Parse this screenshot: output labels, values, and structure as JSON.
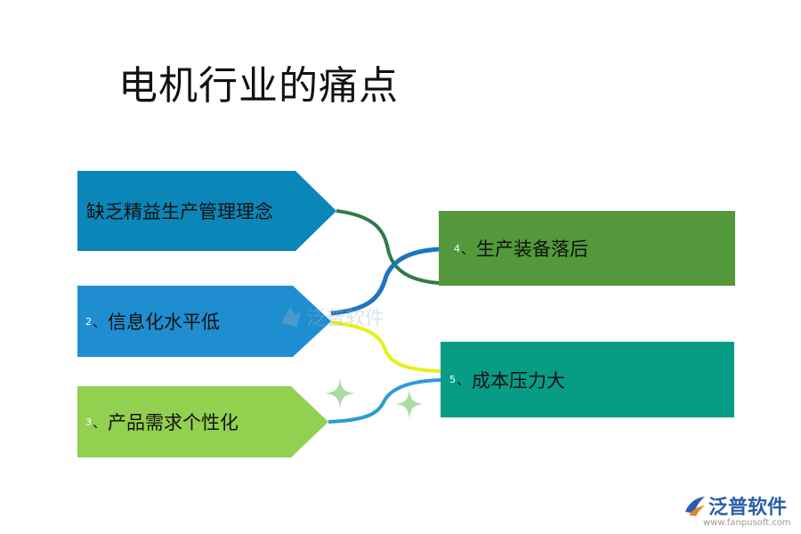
{
  "title": "电机行业的痛点",
  "items": [
    {
      "number": "",
      "text": "缺乏精益生产管理理念",
      "color": "#0b86b8"
    },
    {
      "number": "2",
      "sep": "、",
      "text": "信息化水平低",
      "color": "#1e8ed0"
    },
    {
      "number": "3",
      "sep": "、",
      "text": "产品需求个性化",
      "color": "#92d050"
    },
    {
      "number": "4",
      "sep": "、",
      "text": "生产装备落后",
      "color": "#53993b"
    },
    {
      "number": "5",
      "sep": "、",
      "text": "成本压力大",
      "color": "#079c86"
    }
  ],
  "connector_colors": {
    "green": "#2f7a4a",
    "blue": "#1c75c0",
    "yellow": "#e3f21a",
    "light_blue": "#2a9bd6",
    "sparkle": "#a9dca0"
  },
  "watermark": "泛普软件",
  "logo": {
    "brand": "泛普软件",
    "url": "www.fanpusoft.com"
  }
}
